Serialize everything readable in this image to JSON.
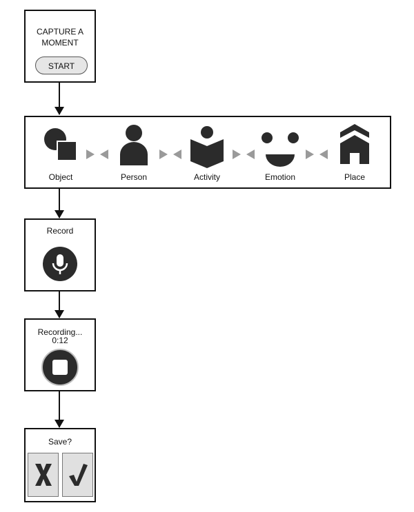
{
  "capture": {
    "title": "CAPTURE A MOMENT",
    "start_label": "START"
  },
  "categories": [
    {
      "label": "Object",
      "icon": "object-icon"
    },
    {
      "label": "Person",
      "icon": "person-icon"
    },
    {
      "label": "Activity",
      "icon": "activity-icon"
    },
    {
      "label": "Emotion",
      "icon": "emotion-icon"
    },
    {
      "label": "Place",
      "icon": "place-icon"
    }
  ],
  "record": {
    "title": "Record",
    "icon": "microphone-icon"
  },
  "recording": {
    "title": "Recording...",
    "time": "0:12",
    "icon": "stop-icon"
  },
  "save": {
    "title": "Save?",
    "cancel_icon": "x-icon",
    "confirm_icon": "checkmark-icon"
  },
  "colors": {
    "icon": "#2b2b2b",
    "divider": "#9a9a9a",
    "button_bg": "#e0e0e0"
  }
}
